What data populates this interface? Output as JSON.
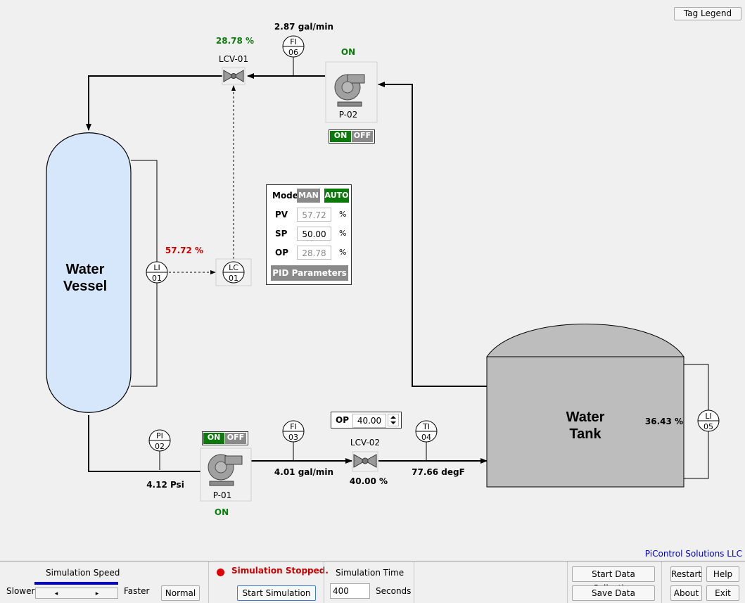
{
  "tag_legend_button": "Tag Legend",
  "vessel": {
    "label_line1": "Water",
    "label_line2": "Vessel"
  },
  "tank": {
    "label_line1": "Water",
    "label_line2": "Tank",
    "level": "36.43 %"
  },
  "instruments": {
    "fi06": {
      "code": "FI",
      "num": "06",
      "value": "2.87 gal/min"
    },
    "li01": {
      "code": "LI",
      "num": "01",
      "value": "57.72 %"
    },
    "lc01": {
      "code": "LC",
      "num": "01"
    },
    "pi02": {
      "code": "PI",
      "num": "02",
      "value": "4.12 Psi"
    },
    "fi03": {
      "code": "FI",
      "num": "03",
      "value": "4.01 gal/min"
    },
    "ti04": {
      "code": "TI",
      "num": "04",
      "value": "77.66 degF"
    },
    "li05": {
      "code": "LI",
      "num": "05"
    }
  },
  "lcv01": {
    "name": "LCV-01",
    "opening": "28.78 %"
  },
  "lcv02": {
    "name": "LCV-02",
    "opening": "40.00 %",
    "op_label": "OP",
    "op_value": "40.00"
  },
  "pump_p02": {
    "name": "P-02",
    "status": "ON",
    "on_label": "ON",
    "off_label": "OFF"
  },
  "pump_p01": {
    "name": "P-01",
    "status": "ON",
    "on_label": "ON",
    "off_label": "OFF"
  },
  "pid": {
    "mode_label": "Mode",
    "man_label": "MAN",
    "auto_label": "AUTO",
    "pv_label": "PV",
    "pv_value": "57.72",
    "sp_label": "SP",
    "sp_value": "50.00",
    "op_label": "OP",
    "op_value": "28.78",
    "unit": "%",
    "params_button": "PID Parameters"
  },
  "company": "PiControl Solutions LLC",
  "bottom": {
    "speed_title": "Simulation Speed",
    "slower": "Slower",
    "faster": "Faster",
    "normal_button": "Normal",
    "status_text": "Simulation Stopped.",
    "start_button": "Start Simulation",
    "time_title": "Simulation Time",
    "time_value": "400",
    "seconds": "Seconds",
    "start_collection": "Start Data Collection",
    "save_data": "Save Data",
    "restart": "Restart",
    "help": "Help",
    "about": "About",
    "exit": "Exit"
  },
  "colors": {
    "green": "#0b7a0b",
    "red": "#cc0000",
    "blue_text": "#0000cc",
    "vessel_fill": "#d6e6fb",
    "tank_fill": "#bdbdbd"
  }
}
